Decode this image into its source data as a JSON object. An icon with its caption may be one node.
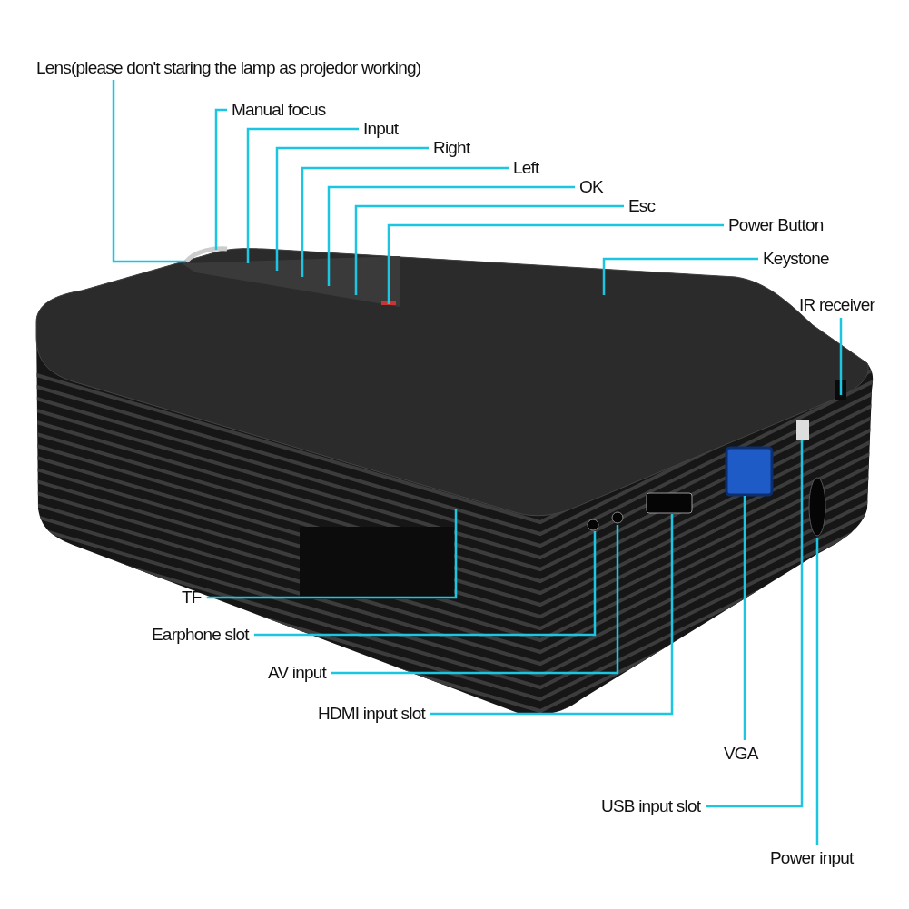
{
  "diagram": {
    "nodes": [
      {
        "text": [
          "Lens(please don't staring the lamp as projedor working)"
        ]
      },
      {
        "text": [
          "Manual focus"
        ]
      },
      {
        "text": [
          "Input"
        ]
      },
      {
        "text": [
          "Right"
        ]
      },
      {
        "text": [
          "Left"
        ]
      },
      {
        "text": [
          "OK"
        ]
      },
      {
        "text": [
          "Esc"
        ]
      },
      {
        "text": [
          "Power Button"
        ]
      },
      {
        "text": [
          "Keystone"
        ]
      },
      {
        "text": [
          "IR receiver"
        ]
      },
      {
        "text": [
          "TF"
        ]
      },
      {
        "text": [
          "Earphone slot"
        ]
      },
      {
        "text": [
          "AV input"
        ]
      },
      {
        "text": [
          "HDMI input slot"
        ]
      },
      {
        "text": [
          "VGA"
        ]
      },
      {
        "text": [
          "USB input slot"
        ]
      },
      {
        "text": [
          "Power input"
        ]
      }
    ],
    "edges": [
      {
        "from": 0,
        "to": null,
        "arrow": "none"
      },
      {
        "from": 1,
        "to": null,
        "arrow": "none"
      },
      {
        "from": 2,
        "to": null,
        "arrow": "none"
      },
      {
        "from": 3,
        "to": null,
        "arrow": "none"
      },
      {
        "from": 4,
        "to": null,
        "arrow": "none"
      },
      {
        "from": 5,
        "to": null,
        "arrow": "none"
      },
      {
        "from": 6,
        "to": null,
        "arrow": "none"
      },
      {
        "from": 7,
        "to": null,
        "arrow": "none"
      },
      {
        "from": 8,
        "to": null,
        "arrow": "none"
      },
      {
        "from": 9,
        "to": null,
        "arrow": "none"
      },
      {
        "from": 10,
        "to": null,
        "arrow": "none"
      },
      {
        "from": 11,
        "to": null,
        "arrow": "none"
      },
      {
        "from": 12,
        "to": null,
        "arrow": "none"
      },
      {
        "from": 13,
        "to": null,
        "arrow": "none"
      },
      {
        "from": 14,
        "to": null,
        "arrow": "none"
      },
      {
        "from": 15,
        "to": null,
        "arrow": "none"
      },
      {
        "from": 16,
        "to": null,
        "arrow": "none"
      }
    ]
  }
}
